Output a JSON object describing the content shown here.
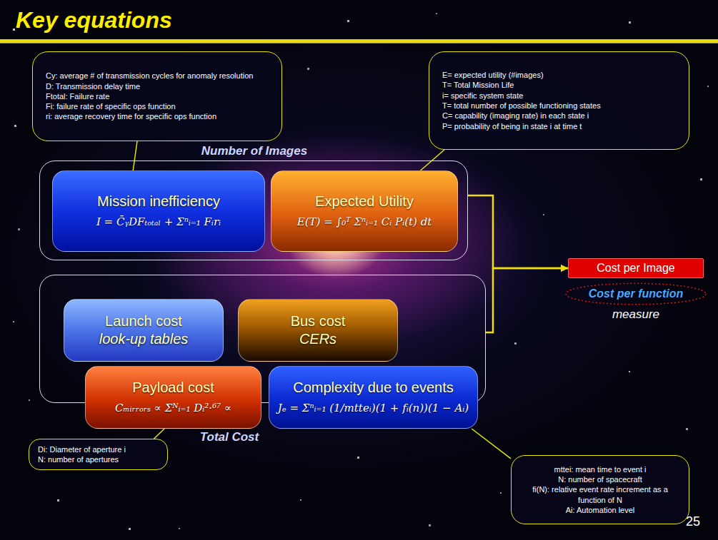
{
  "diagram": {
    "title": "Key equations",
    "nodes": [
      {
        "text": [
          "Cy: average # of transmission cycles for anomaly resolution",
          "D: Transmission delay time",
          "Ftotal: Failure rate",
          "Fi: failure rate of specific ops function",
          "ri: average recovery time for specific ops function"
        ]
      },
      {
        "text": [
          "E= expected utility (#images)",
          "T= Total Mission Life",
          "i= specific system state",
          "T= total number of possible functioning states",
          "C= capability (imaging rate) in each state i",
          "P= probability of being in state i at time t"
        ]
      },
      {
        "text": [
          "Number of Images"
        ]
      },
      {
        "text": [
          "Mission inefficiency",
          "I = C̄ᵧDFₜₒₜₐₗ + Σⁿᵢ₌₁ Fᵢrᵢ"
        ],
        "in": 2
      },
      {
        "text": [
          "Expected Utility",
          "E(T) = ∫₀ᵀ Σⁿᵢ₌₁ Cᵢ Pᵢ(t) dt"
        ],
        "in": 2
      },
      {
        "text": [
          "Cost per Image"
        ]
      },
      {
        "text": [
          "Cost per function"
        ]
      },
      {
        "text": [
          "Total Cost"
        ]
      },
      {
        "text": [
          "Launch cost",
          "look-up tables"
        ],
        "in": 7
      },
      {
        "text": [
          "Bus cost",
          "CERs"
        ],
        "in": 7
      },
      {
        "text": [
          "Payload cost",
          "Cₘᵢᵣᵣₒᵣₛ ∝ Σᴺᵢ₌₁ Dᵢ²·⁶⁷ ∝"
        ],
        "in": 7
      },
      {
        "text": [
          "Complexity due to events",
          "Jₑ = Σⁿᵢ₌₁ (1/mtteᵢ)(1 + fᵢ(n))(1 − Aᵢ)"
        ],
        "in": 7
      },
      {
        "text": [
          "Di: Diameter of aperture i",
          "N: number of apertures"
        ]
      },
      {
        "text": [
          "mttei: mean time to event i",
          "N: number of spacecraft",
          "fi(N): relative event rate increment as a function of N",
          "Ai: Automation level"
        ]
      }
    ],
    "edges": [
      {
        "from": 0,
        "to": 3,
        "arrow": "none"
      },
      {
        "from": 1,
        "to": 4,
        "arrow": "none"
      },
      {
        "from": 2,
        "to": 5,
        "arrow": "to"
      },
      {
        "from": 7,
        "to": 5,
        "arrow": "to"
      },
      {
        "from": 10,
        "to": 12,
        "arrow": "none"
      },
      {
        "from": 11,
        "to": 13,
        "arrow": "none"
      }
    ],
    "labels": [
      "measure",
      "25"
    ]
  }
}
